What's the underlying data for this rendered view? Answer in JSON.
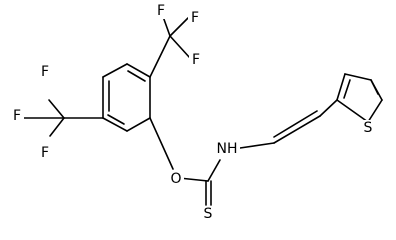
{
  "molecule": {
    "atom_labels": {
      "f_top_1": "F",
      "f_top_2": "F",
      "f_top_3": "F",
      "f_left_1": "F",
      "f_left_2": "F",
      "f_left_3": "F",
      "oxygen": "O",
      "nitrogen_h": "NH",
      "sulfur_thione": "S",
      "sulfur_thiophene": "S"
    }
  }
}
